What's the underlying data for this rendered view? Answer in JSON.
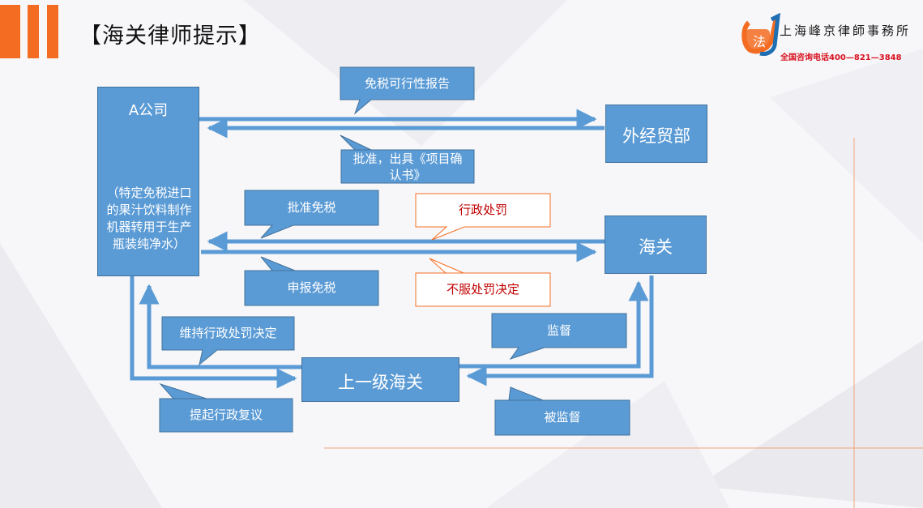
{
  "header": {
    "title": "【海关律师提示】"
  },
  "logo": {
    "mark": "法",
    "name": "上海峰京律師事務所",
    "phone": "全国咨询电话400—821—3848",
    "colors": {
      "accent": "#f36c21",
      "blue": "#1f6fb2",
      "red": "#d8101e"
    }
  },
  "nodes": {
    "company": {
      "name": "A公司",
      "desc": "（特定免税进口的果汁饮料制作机器转用于生产瓶装纯净水）"
    },
    "moftec": {
      "name": "外经贸部"
    },
    "customs": {
      "name": "海关"
    },
    "upper_customs": {
      "name": "上一级海关"
    }
  },
  "callouts": {
    "report": "免税可行性报告",
    "approve_confirm": "批准，出具《项目确认书》",
    "approve_exempt": "批准免税",
    "apply_exempt": "申报免税",
    "penalty": "行政处罚",
    "disagree": "不服处罚决定",
    "maintain": "维持行政处罚决定",
    "appeal": "提起行政复议",
    "supervise": "监督",
    "supervised": "被监督"
  },
  "colors": {
    "node_fill": "#5b9bd5",
    "node_border": "#41719c",
    "penalty_text": "#c00000",
    "accent": "#f36c21"
  }
}
